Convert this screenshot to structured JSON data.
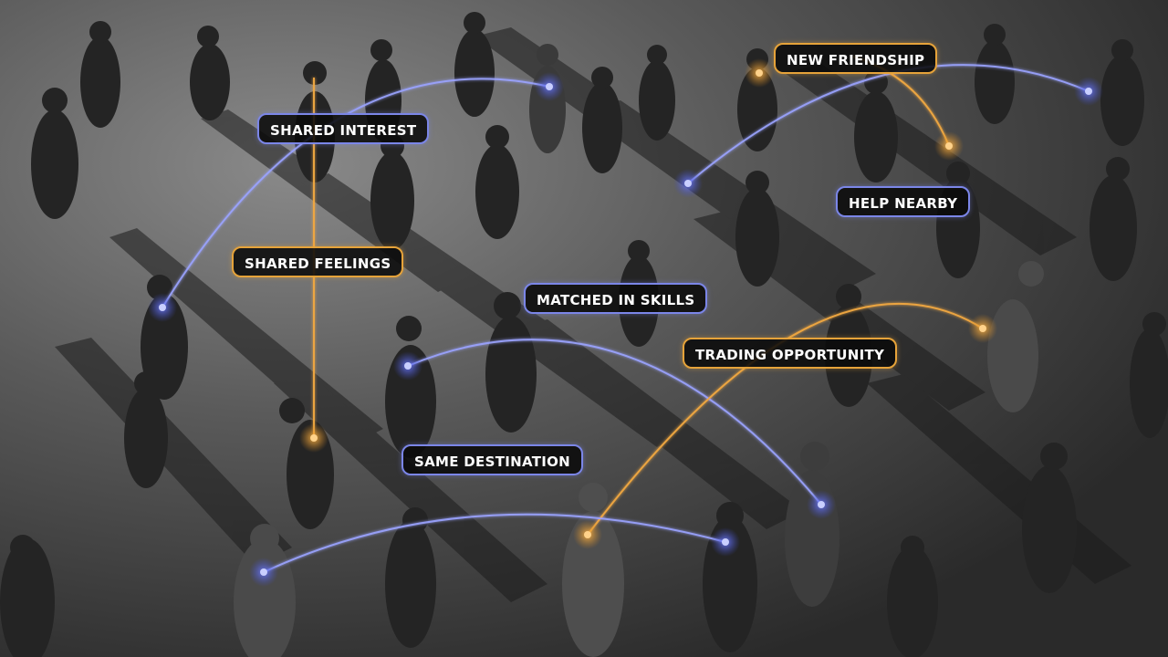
{
  "colors": {
    "blue": "#7b86e8",
    "blue_glow": "#3f4cc7",
    "orange": "#e6a33a",
    "orange_glow": "#c9801e",
    "label_bg": "#0a0a0a",
    "label_text": "#ffffff"
  },
  "labels": {
    "shared_interest": "SHARED INTEREST",
    "new_friendship": "NEW FRIENDSHIP",
    "help_nearby": "HELP NEARBY",
    "shared_feelings": "SHARED FEELINGS",
    "matched_in_skills": "MATCHED IN SKILLS",
    "trading_opportunity": "TRADING OPPORTUNITY",
    "same_destination": "SAME DESTINATION"
  }
}
